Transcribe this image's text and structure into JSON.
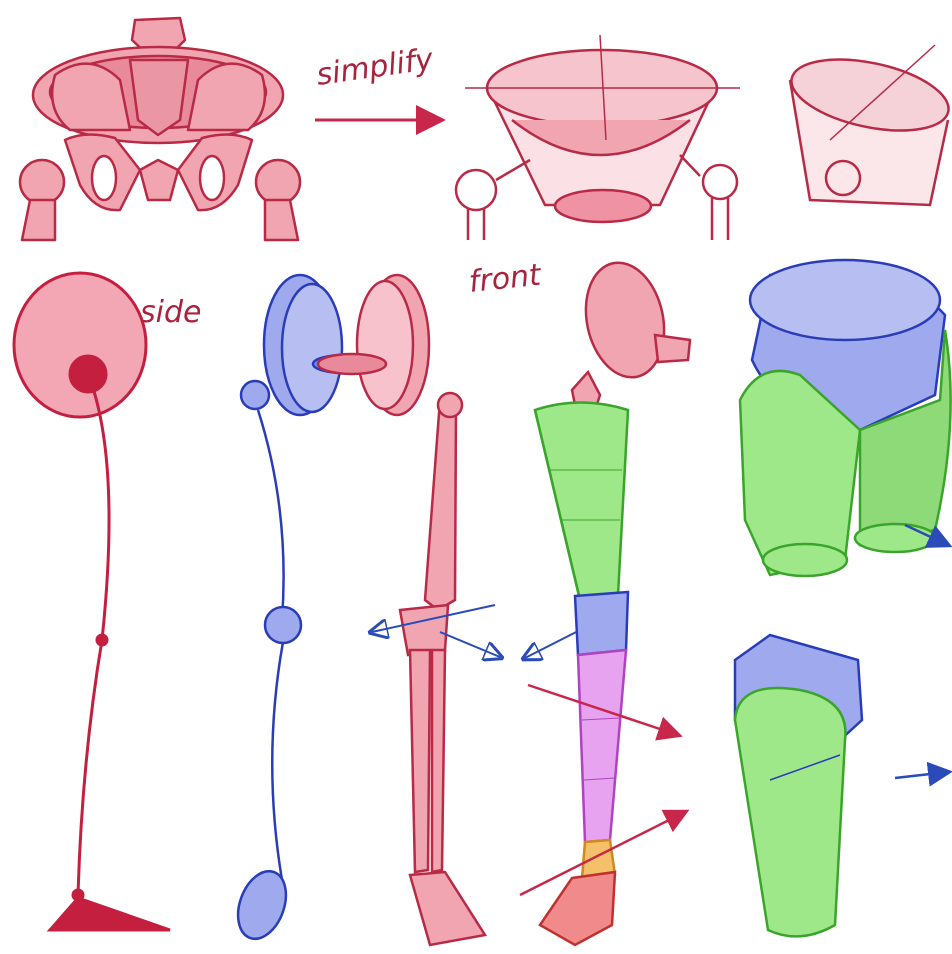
{
  "labels": {
    "simplify": "simplify",
    "side": "side",
    "front": "front"
  },
  "colors": {
    "pelvis_fill": "#f1a5b1",
    "pelvis_stroke": "#b82a45",
    "side_red": "#c41f3f",
    "blue_fill": "#9ea9ee",
    "blue_stroke": "#2a3db8",
    "green_fill": "#9fe88a",
    "green_stroke": "#3aa52a",
    "purple_fill": "#e7a3f0",
    "purple_stroke": "#b043c4",
    "orange_fill": "#f4c06a",
    "arrow_red": "#c8264a",
    "arrow_blue": "#2a4bb8"
  },
  "icons": [
    "arrow-right-icon"
  ]
}
